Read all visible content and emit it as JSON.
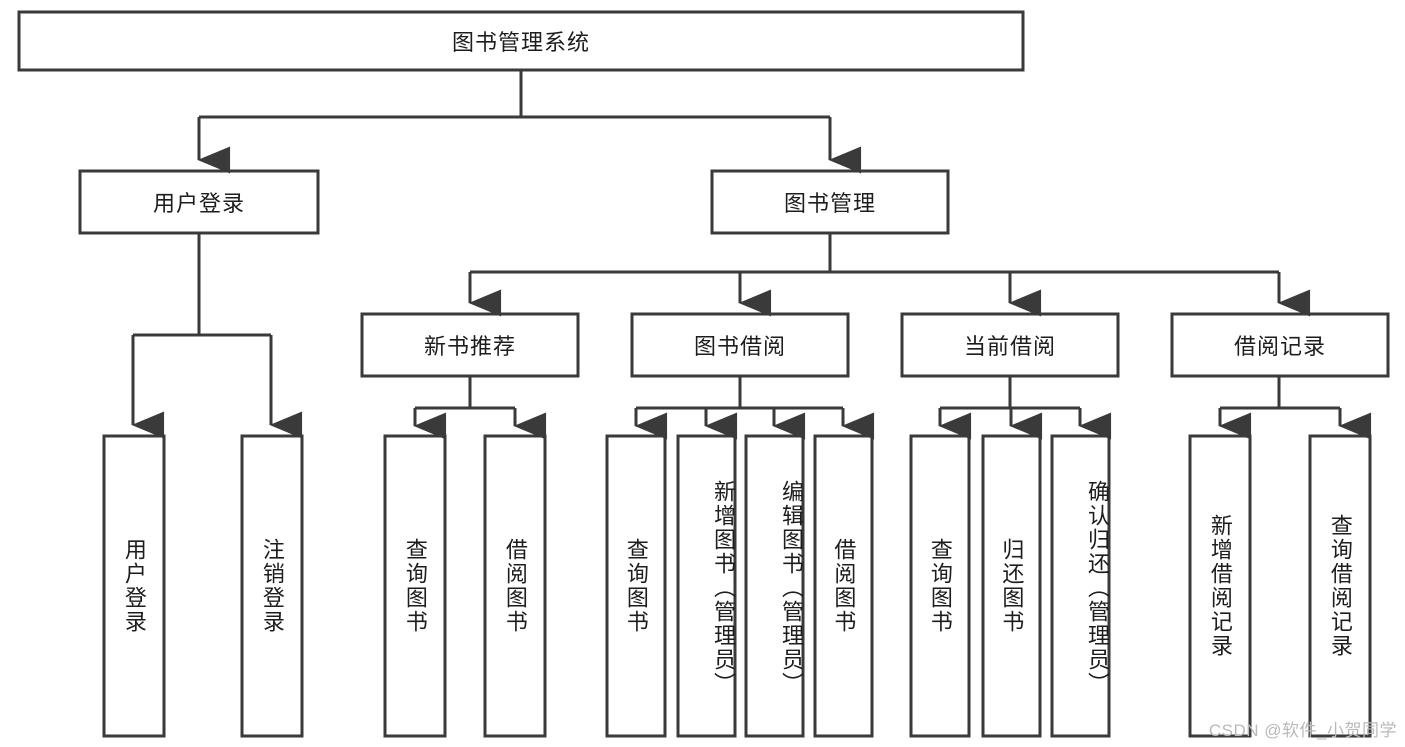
{
  "diagram": {
    "title": "图书管理系统",
    "type": "tree-hierarchy",
    "root": {
      "id": "root",
      "label": "图书管理系统"
    },
    "level2": [
      {
        "id": "user-login",
        "label": "用户登录"
      },
      {
        "id": "book-manage",
        "label": "图书管理"
      }
    ],
    "level3": [
      {
        "id": "new-book-recommend",
        "label": "新书推荐",
        "parent": "book-manage"
      },
      {
        "id": "book-borrow",
        "label": "图书借阅",
        "parent": "book-manage"
      },
      {
        "id": "current-borrow",
        "label": "当前借阅",
        "parent": "book-manage"
      },
      {
        "id": "borrow-record",
        "label": "借阅记录",
        "parent": "book-manage"
      }
    ],
    "leaves": [
      {
        "id": "leaf-user-login",
        "label": "用户登录",
        "parent": "user-login"
      },
      {
        "id": "leaf-logout-login",
        "label": "注销登录",
        "parent": "user-login"
      },
      {
        "id": "leaf-query-book-1",
        "label": "查询图书",
        "parent": "new-book-recommend"
      },
      {
        "id": "leaf-borrow-book-1",
        "label": "借阅图书",
        "parent": "new-book-recommend"
      },
      {
        "id": "leaf-query-book-2",
        "label": "查询图书",
        "parent": "book-borrow"
      },
      {
        "id": "leaf-add-book",
        "label": "新增图书（管理员）",
        "parent": "book-borrow"
      },
      {
        "id": "leaf-edit-book",
        "label": "编辑图书（管理员）",
        "parent": "book-borrow"
      },
      {
        "id": "leaf-borrow-book-2",
        "label": "借阅图书",
        "parent": "book-borrow"
      },
      {
        "id": "leaf-query-book-3",
        "label": "查询图书",
        "parent": "current-borrow"
      },
      {
        "id": "leaf-return-book",
        "label": "归还图书",
        "parent": "current-borrow"
      },
      {
        "id": "leaf-confirm-return",
        "label": "确认归还（管理员）",
        "parent": "current-borrow"
      },
      {
        "id": "leaf-add-record",
        "label": "新增借阅记录",
        "parent": "borrow-record"
      },
      {
        "id": "leaf-query-record",
        "label": "查询借阅记录",
        "parent": "borrow-record"
      }
    ],
    "colors": {
      "box_stroke": "#3a3a3a",
      "box_fill": "#ffffff",
      "text": "#1d1d1d",
      "background": "#ffffff",
      "watermark": "#b9b9b9"
    }
  },
  "watermark": {
    "text": "CSDN @软件_小贺同学"
  }
}
